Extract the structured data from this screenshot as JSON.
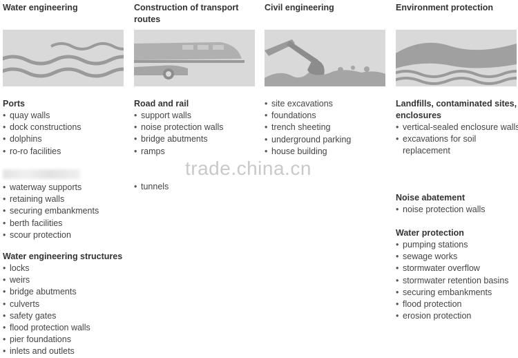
{
  "columns": [
    {
      "header": "Water engineering",
      "illustration_icon": "water-waves-icon",
      "groups": [
        {
          "title": "Ports",
          "items": [
            "quay walls",
            "dock constructions",
            "dolphins",
            "ro-ro facilities"
          ]
        },
        {
          "title": "",
          "items": [
            "waterway supports",
            "retaining walls",
            "securing embankments",
            "berth facilities",
            "scour protection"
          ]
        },
        {
          "title": "Water engineering structures",
          "items": [
            "locks",
            "weirs",
            "bridge abutments",
            "culverts",
            "safety gates",
            "flood protection walls",
            "pier foundations",
            "inlets and outlets"
          ]
        }
      ]
    },
    {
      "header": "Construction of transport routes",
      "illustration_icon": "train-and-car-icon",
      "groups": [
        {
          "title": "Road and rail",
          "items": [
            "support walls",
            "noise protection walls",
            "bridge abutments",
            "ramps"
          ]
        },
        {
          "title": "",
          "items": [
            "tunnels"
          ]
        }
      ]
    },
    {
      "header": "Civil engineering",
      "illustration_icon": "excavator-icon",
      "groups": [
        {
          "title": "",
          "items": [
            "site excavations",
            "foundations",
            "trench sheeting",
            "underground parking",
            "house building"
          ]
        }
      ]
    },
    {
      "header": "Environment protection",
      "illustration_icon": "landfill-layers-icon",
      "groups": [
        {
          "title": "Landfills, contaminated sites, enclosures",
          "items": [
            "vertical-sealed enclosure walls",
            "excavations for soil replacement"
          ]
        },
        {
          "title": "Noise abatement",
          "items": [
            "noise protection walls"
          ]
        },
        {
          "title": "Water protection",
          "items": [
            "pumping stations",
            "sewage works",
            "stormwater overflow",
            "stormwater retention basins",
            "securing embankments",
            "flood protection",
            "erosion protection"
          ]
        }
      ]
    }
  ],
  "watermark": "trade.china.cn",
  "colors": {
    "illustration_bg": "#d9d9d9",
    "illustration_fg": "#9a9a9a",
    "text": "#444444"
  }
}
